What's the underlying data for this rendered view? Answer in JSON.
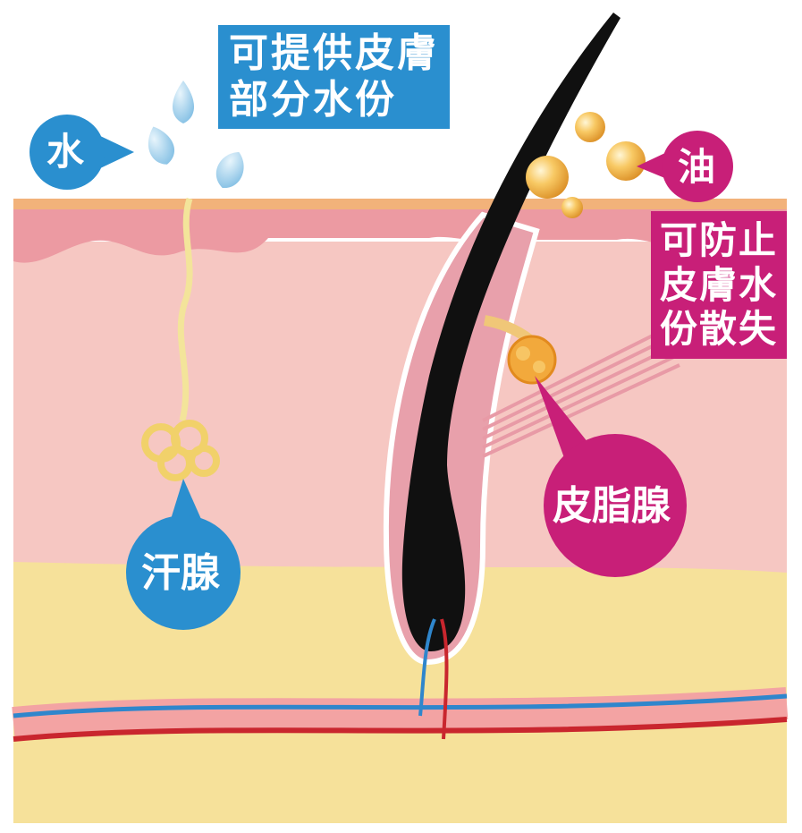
{
  "labels": {
    "water": "水",
    "water_note": [
      "可提供皮膚",
      "部分水份"
    ],
    "oil": "油",
    "oil_note": [
      "可防止",
      "皮膚水",
      "份散失"
    ],
    "sweat_gland": "汗腺",
    "sebaceous_gland": "皮脂腺"
  },
  "colors": {
    "water_blue": "#2a8fcf",
    "oil_magenta": "#c81f78",
    "epidermis": "#ec9aa2",
    "dermis": "#f6c7c2",
    "subcutis": "#f6e19a",
    "hair": "#101010"
  },
  "icons": [
    "water-droplet-icon",
    "oil-droplet-icon"
  ]
}
